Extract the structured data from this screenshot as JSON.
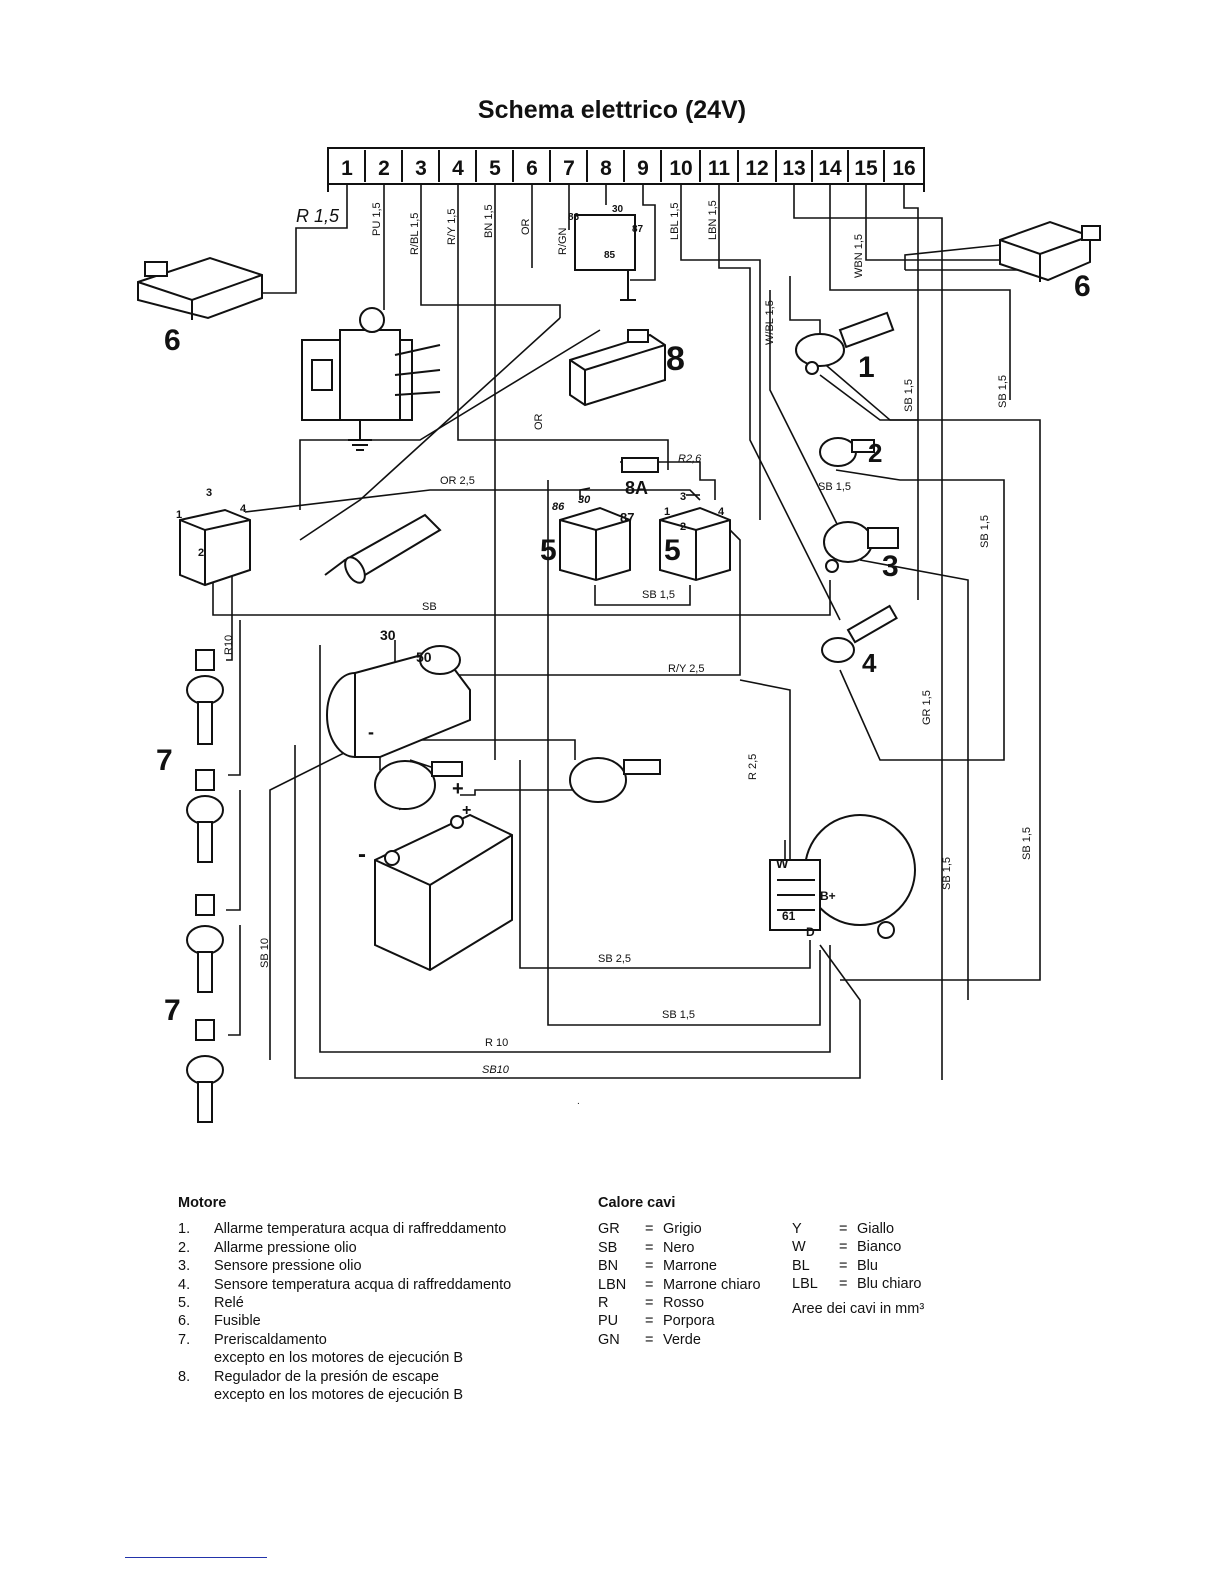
{
  "title": "Schema elettrico (24V)",
  "terminal_strip": [
    "1",
    "2",
    "3",
    "4",
    "5",
    "6",
    "7",
    "8",
    "9",
    "10",
    "11",
    "12",
    "13",
    "14",
    "15",
    "16"
  ],
  "wire_labels": {
    "r15_top": "R 1,5",
    "pu15": "PU 1,5",
    "rbl15": "R/BL 1,5",
    "ry15": "R/Y 1,5",
    "bn15": "BN 1,5",
    "or": "OR",
    "rgn": "R/GN",
    "lbl15": "LBL 1,5",
    "lbn15": "LBN 1,5",
    "wbn15": "WBN 1,5",
    "wbl15": "W/BL 1,5",
    "sb15_a": "SB 1,5",
    "sb15_b": "SB 1,5",
    "sb15_c": "SB 1,5",
    "sb15_d": "SB 1,5",
    "sb15_e": "SB 1,5",
    "sb15_f": "SB 1,5",
    "sb15_g": "SB 1,5",
    "sb15_h": "SB 1,5",
    "or_mid": "OR",
    "or25": "OR 2,5",
    "r26": "R2,6",
    "sb": "SB",
    "ry25": "R/Y 2,5",
    "r25": "R 2,5",
    "gr15": "GR 1,5",
    "sb25": "SB 2,5",
    "r10_left": "R10",
    "r10_bottom": "R 10",
    "sb10_left": "SB 10",
    "sb10_bottom": "SB10"
  },
  "relay_terms": {
    "t30": "30",
    "t86": "86",
    "t87": "87",
    "t85": "85",
    "t3": "3",
    "t1": "1",
    "t4": "4",
    "t2": "2",
    "starter30": "30",
    "starter50": "50",
    "w": "W",
    "bplus": "B+",
    "d": "D",
    "t61": "61",
    "plus": "+",
    "minus": "-",
    "minus2": "-",
    "plus2": "+"
  },
  "callouts": {
    "c1": "1",
    "c2": "2",
    "c3": "3",
    "c4": "4",
    "c5a": "5",
    "c5b": "5",
    "c6a": "6",
    "c6b": "6",
    "c7a": "7",
    "c7b": "7",
    "c8": "8",
    "c8a": "8A"
  },
  "legend_motore": {
    "heading": "Motore",
    "items": [
      {
        "n": "1.",
        "text": "Allarme temperatura acqua di raffreddamento"
      },
      {
        "n": "2.",
        "text": "Allarme pressione olio"
      },
      {
        "n": "3.",
        "text": "Sensore pressione olio"
      },
      {
        "n": "4.",
        "text": "Sensore temperatura acqua di raffreddamento"
      },
      {
        "n": "5.",
        "text": "Relé"
      },
      {
        "n": "6.",
        "text": "Fusible"
      },
      {
        "n": "7.",
        "text": "Preriscaldamento",
        "sub": "excepto en los motores de ejecución B"
      },
      {
        "n": "8.",
        "text": "Regulador de la presión de escape",
        "sub": "excepto en los motores de ejecución B"
      }
    ]
  },
  "legend_colori": {
    "heading": "Calore cavi",
    "col1": [
      {
        "code": "GR",
        "name": "Grigio"
      },
      {
        "code": "SB",
        "name": "Nero"
      },
      {
        "code": "BN",
        "name": "Marrone"
      },
      {
        "code": "LBN",
        "name": "Marrone chiaro"
      },
      {
        "code": "R",
        "name": "Rosso"
      },
      {
        "code": "PU",
        "name": "Porpora"
      },
      {
        "code": "GN",
        "name": "Verde"
      }
    ],
    "col2": [
      {
        "code": "Y",
        "name": "Giallo"
      },
      {
        "code": "W",
        "name": "Bianco"
      },
      {
        "code": "BL",
        "name": "Blu"
      },
      {
        "code": "LBL",
        "name": "Blu chiaro"
      }
    ],
    "eq": "=",
    "note": "Aree dei cavi in mm³"
  }
}
